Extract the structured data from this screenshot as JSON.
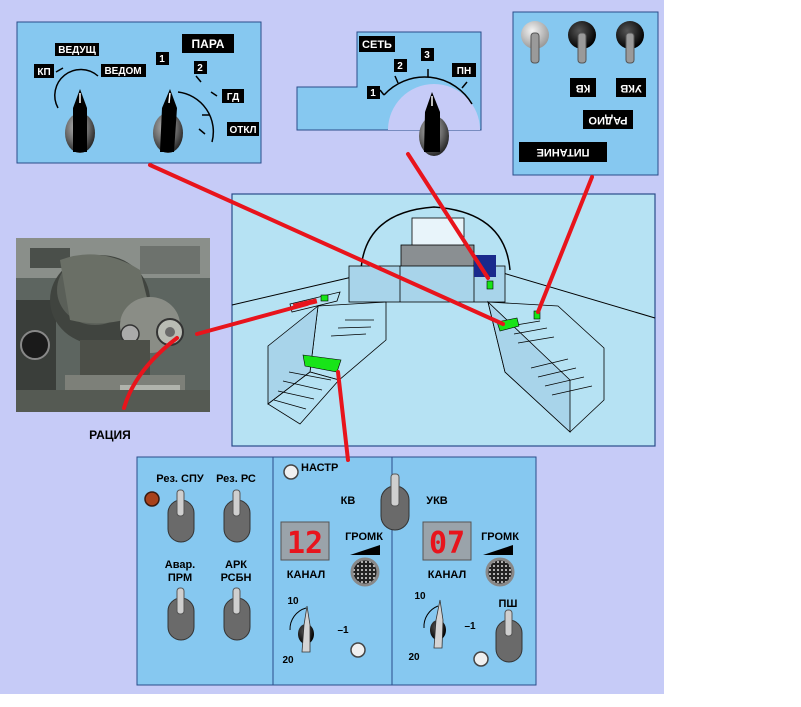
{
  "colors": {
    "background": "#c6cbf7",
    "panel": "#86c8f0",
    "cockpit": "#b6e2f3",
    "pointer": "#e8141c",
    "indicator_green": "#18e418",
    "display_bg": "#9aa3aa"
  },
  "panel_nav": {
    "label_kp": "КП",
    "label_vedush": "ВЕДУЩ",
    "label_vedom": "ВЕДОМ",
    "label_1": "1",
    "label_2": "2",
    "label_para": "ПАРА",
    "label_gd": "ГД",
    "label_otkl": "ОТКЛ"
  },
  "panel_net": {
    "label_set": "СЕТЬ",
    "label_1": "1",
    "label_2": "2",
    "label_3": "3",
    "label_pn": "ПН"
  },
  "panel_power": {
    "label_kv": "КВ",
    "label_ukv": "УКВ",
    "label_radio": "РАДИО",
    "label_pitanie": "ПИТАНИЕ"
  },
  "photo": {
    "caption": "РАЦИЯ"
  },
  "radio_panel": {
    "rez_spu": "Рез. СПУ",
    "rez_rs": "Рез. РС",
    "avar_prm": "Авар.",
    "avar_prm_2": "ПРМ",
    "ark_rsbn": "АРК",
    "ark_rsbn_2": "РСБН",
    "nastr": "НАСТР",
    "kv": "КВ",
    "ukv": "УКВ",
    "kv_channel": "12",
    "ukv_channel": "07",
    "gromk": "ГРОМК",
    "kanal": "КАНАЛ",
    "kv_scale_10": "10",
    "kv_scale_20": "20",
    "kv_scale_minus1": "–1",
    "ukv_scale_10": "10",
    "ukv_scale_20": "20",
    "ukv_scale_minus1": "–1",
    "psh": "ПШ"
  }
}
